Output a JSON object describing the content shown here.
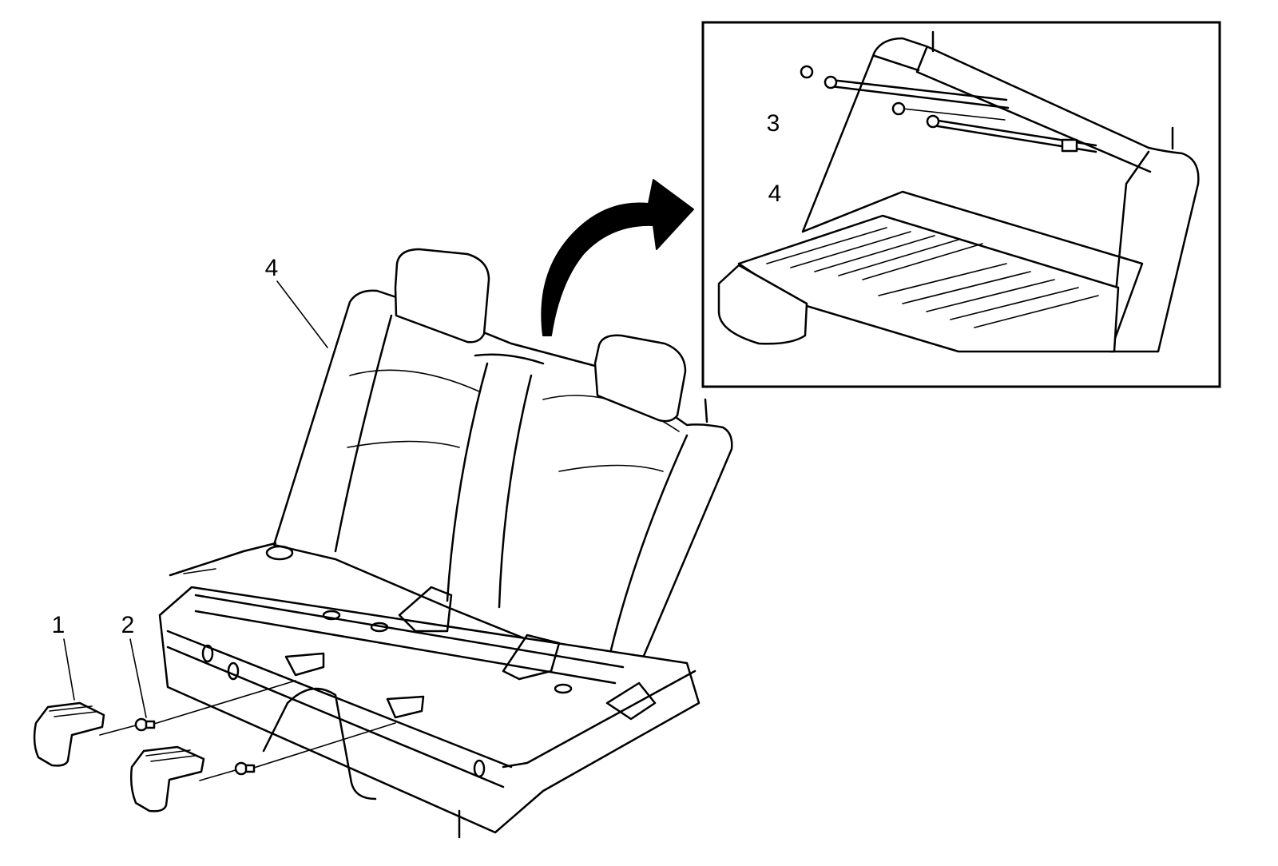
{
  "callouts": {
    "c1": "1",
    "c2": "2",
    "c3": "3",
    "c4_main": "4",
    "c4_inset": "4"
  },
  "colors": {
    "line": "#000000",
    "background": "#ffffff"
  }
}
